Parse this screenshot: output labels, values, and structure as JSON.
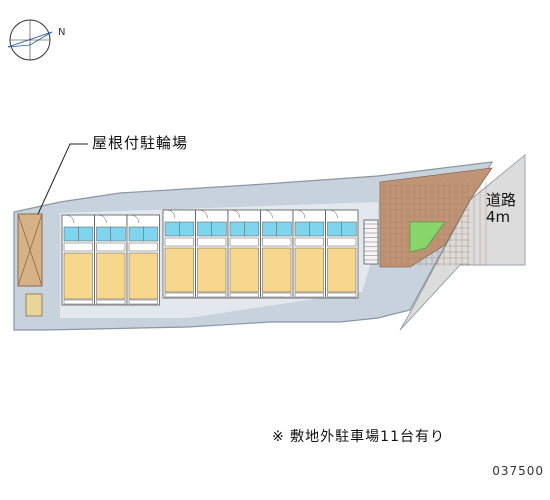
{
  "compass": {
    "icon": "north-arrow-icon",
    "letter": "N"
  },
  "labels": {
    "bicycle_parking": "屋根付駐輪場",
    "road_name": "道路",
    "road_width": "4m",
    "parking_note": "※ 敷地外駐車場11台有り",
    "property_code": "037500"
  },
  "building": {
    "units_front": 3,
    "units_back": 6
  },
  "colors": {
    "site_fill": "#c8d2dc",
    "site_outline": "#8a96a2",
    "room_fill": "#f7d68e",
    "wet_area_fill": "#7fd4ee",
    "green_area": "#88d66b",
    "brick_area": "#c09476",
    "bike_shed": "#d7b284",
    "road_fill": "#dcdcdc"
  }
}
